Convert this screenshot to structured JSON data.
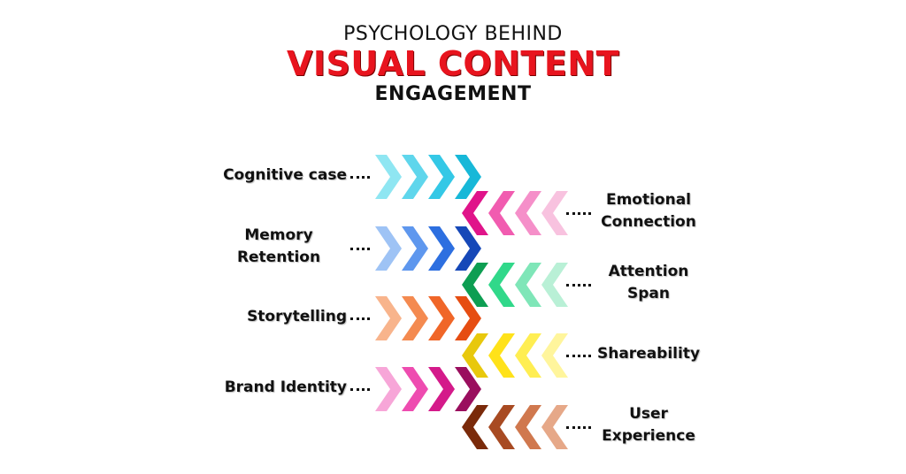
{
  "title": {
    "line1": "PSYCHOLOGY BEHIND",
    "line2": "VISUAL CONTENT",
    "line3": "ENGAGEMENT"
  },
  "left_items": [
    {
      "line1": "Cognitive case",
      "line2": "",
      "colors": [
        "#8fe6f2",
        "#5fd6ec",
        "#34c8e6",
        "#17b8d8"
      ]
    },
    {
      "line1": "Memory",
      "line2": "Retention",
      "colors": [
        "#9ec3f5",
        "#5e97ee",
        "#2d6fe0",
        "#1648b8"
      ]
    },
    {
      "line1": "Storytelling",
      "line2": "",
      "colors": [
        "#f8b48c",
        "#f48a50",
        "#f06628",
        "#e64d12"
      ]
    },
    {
      "line1": "Brand Identity",
      "line2": "",
      "colors": [
        "#f7a6d8",
        "#ee4cb0",
        "#d41a8a",
        "#9a0e5e"
      ]
    }
  ],
  "right_items": [
    {
      "line1": "Emotional",
      "line2": "Connection",
      "colors": [
        "#e0148a",
        "#f15cb0",
        "#f58fc9",
        "#f8c2df"
      ]
    },
    {
      "line1": "Attention",
      "line2": "Span",
      "colors": [
        "#0d9e52",
        "#31d88a",
        "#7fe6b8",
        "#b9f0d6"
      ]
    },
    {
      "line1": "Shareability",
      "line2": "",
      "colors": [
        "#e8c80c",
        "#ffe21a",
        "#ffee52",
        "#fff59c"
      ]
    },
    {
      "line1": "User",
      "line2": "Experience",
      "colors": [
        "#7a2a0a",
        "#a84a22",
        "#d0784e",
        "#e6a888"
      ]
    }
  ]
}
